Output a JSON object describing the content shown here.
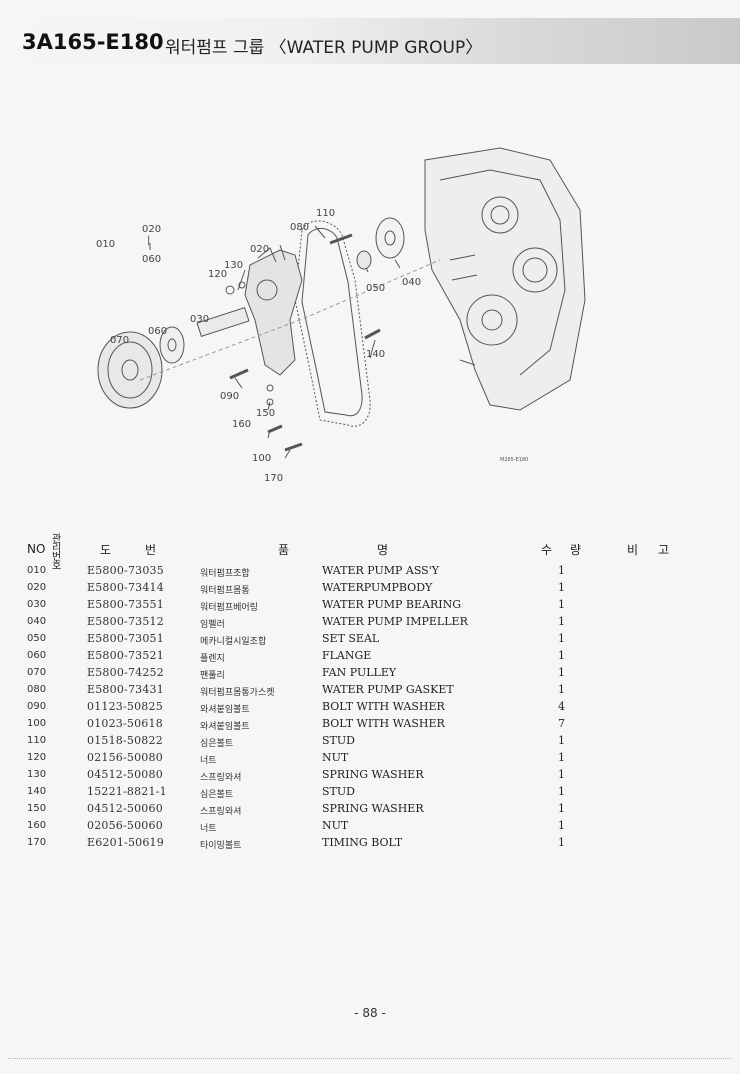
{
  "header": {
    "code": "3A165-E180",
    "title": "워터펌프 그룹 〈WATER PUMP GROUP〉"
  },
  "drawing": {
    "callouts": [
      "010",
      "020",
      "060",
      "020",
      "080",
      "110",
      "120",
      "130",
      "030",
      "070",
      "060",
      "050",
      "040",
      "140",
      "090",
      "150",
      "160",
      "100",
      "170"
    ],
    "drawing_code": "M265-E180"
  },
  "table": {
    "headers": {
      "no": "NO",
      "ref": "관리 번호",
      "part_no_a": "도",
      "part_no_b": "번",
      "name_a": "품",
      "name_b": "명",
      "qty_a": "수",
      "qty_b": "량",
      "remark_a": "비",
      "remark_b": "고"
    },
    "rows": [
      {
        "no": "010",
        "part": "E5800-73035",
        "kr": "워터펌프조합",
        "en": "WATER PUMP ASS'Y",
        "qty": "1"
      },
      {
        "no": "020",
        "part": "E5800-73414",
        "kr": "워터펌프몸통",
        "en": "WATERPUMPBODY",
        "qty": "1"
      },
      {
        "no": "030",
        "part": "E5800-73551",
        "kr": "워터펌프베어링",
        "en": "WATER PUMP BEARING",
        "qty": "1"
      },
      {
        "no": "040",
        "part": "E5800-73512",
        "kr": "임펠러",
        "en": "WATER PUMP IMPELLER",
        "qty": "1"
      },
      {
        "no": "050",
        "part": "E5800-73051",
        "kr": "메카니컬시일조합",
        "en": "SET SEAL",
        "qty": "1"
      },
      {
        "no": "060",
        "part": "E5800-73521",
        "kr": "플렌지",
        "en": "FLANGE",
        "qty": "1"
      },
      {
        "no": "070",
        "part": "E5800-74252",
        "kr": "팬풀리",
        "en": "FAN PULLEY",
        "qty": "1"
      },
      {
        "no": "080",
        "part": "E5800-73431",
        "kr": "워터펌프몸통가스켓",
        "en": "WATER PUMP GASKET",
        "qty": "1"
      },
      {
        "no": "090",
        "part": "01123-50825",
        "kr": "와셔붙임볼트",
        "en": "BOLT WITH WASHER",
        "qty": "4"
      },
      {
        "no": "100",
        "part": "01023-50618",
        "kr": "와셔붙임볼트",
        "en": "BOLT WITH WASHER",
        "qty": "7"
      },
      {
        "no": "110",
        "part": "01518-50822",
        "kr": "심은볼트",
        "en": "STUD",
        "qty": "1"
      },
      {
        "no": "120",
        "part": "02156-50080",
        "kr": "너트",
        "en": "NUT",
        "qty": "1"
      },
      {
        "no": "130",
        "part": "04512-50080",
        "kr": "스프링와셔",
        "en": "SPRING WASHER",
        "qty": "1"
      },
      {
        "no": "140",
        "part": "15221-8821-1",
        "kr": "심은볼트",
        "en": "STUD",
        "qty": "1"
      },
      {
        "no": "150",
        "part": "04512-50060",
        "kr": "스프링와셔",
        "en": "SPRING WASHER",
        "qty": "1"
      },
      {
        "no": "160",
        "part": "02056-50060",
        "kr": "너트",
        "en": "NUT",
        "qty": "1"
      },
      {
        "no": "170",
        "part": "E6201-50619",
        "kr": "타이밍볼트",
        "en": "TIMING BOLT",
        "qty": "1"
      }
    ]
  },
  "footer": {
    "page": "- 88 -"
  }
}
